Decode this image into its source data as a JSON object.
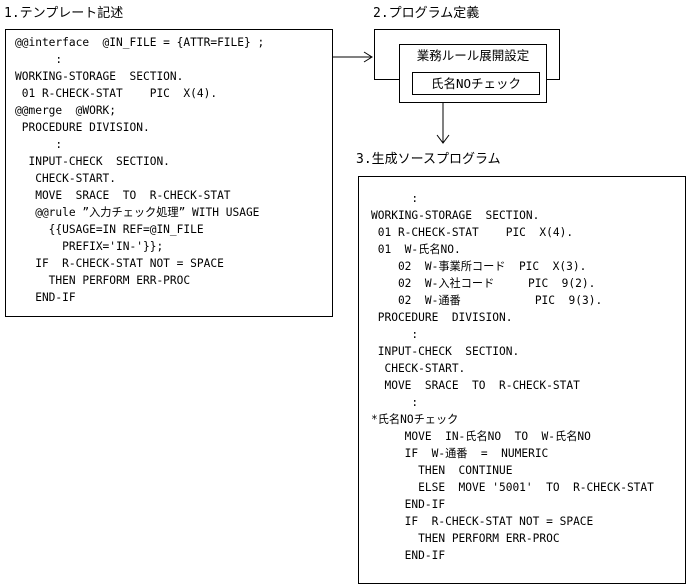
{
  "headings": {
    "template": "1.テンプレート記述",
    "program_definition": "2.プログラム定義",
    "generated_source": "3.生成ソースプログラム"
  },
  "template_code": [
    "@@interface  @IN_FILE = {ATTR=FILE} ;",
    "      :",
    "WORKING-STORAGE  SECTION.",
    " 01 R-CHECK-STAT    PIC  X(4).",
    "@@merge  @WORK;",
    " PROCEDURE DIVISION.",
    "      :",
    "  INPUT-CHECK  SECTION.",
    "   CHECK-START.",
    "   MOVE  SRACE  TO  R-CHECK-STAT",
    "   @@rule ”入力チェック処理” WITH USAGE",
    "     {{USAGE=IN REF=@IN_FILE",
    "       PREFIX='IN-'}};",
    "   IF  R-CHECK-STAT NOT = SPACE",
    "     THEN PERFORM ERR-PROC",
    "   END-IF"
  ],
  "program_definition": {
    "rule_title": "業務ルール展開設定",
    "rule_item": "氏名NOチェック"
  },
  "generated_code": [
    "      :",
    "WORKING-STORAGE  SECTION.",
    " 01 R-CHECK-STAT    PIC  X(4).",
    " 01  W-氏名NO.",
    "    02  W-事業所コード  PIC  X(3).",
    "    02  W-入社コード     PIC  9(2).",
    "    02  W-通番           PIC  9(3).",
    " PROCEDURE  DIVISION.",
    "      :",
    " INPUT-CHECK  SECTION.",
    "  CHECK-START.",
    "  MOVE  SRACE  TO  R-CHECK-STAT",
    "      :",
    "*氏名NOチェック",
    "     MOVE  IN-氏名NO  TO  W-氏名NO",
    "     IF  W-通番  =  NUMERIC",
    "       THEN  CONTINUE",
    "       ELSE  MOVE '5001'  TO  R-CHECK-STAT",
    "     END-IF",
    "     IF  R-CHECK-STAT NOT = SPACE",
    "       THEN PERFORM ERR-PROC",
    "     END-IF"
  ]
}
